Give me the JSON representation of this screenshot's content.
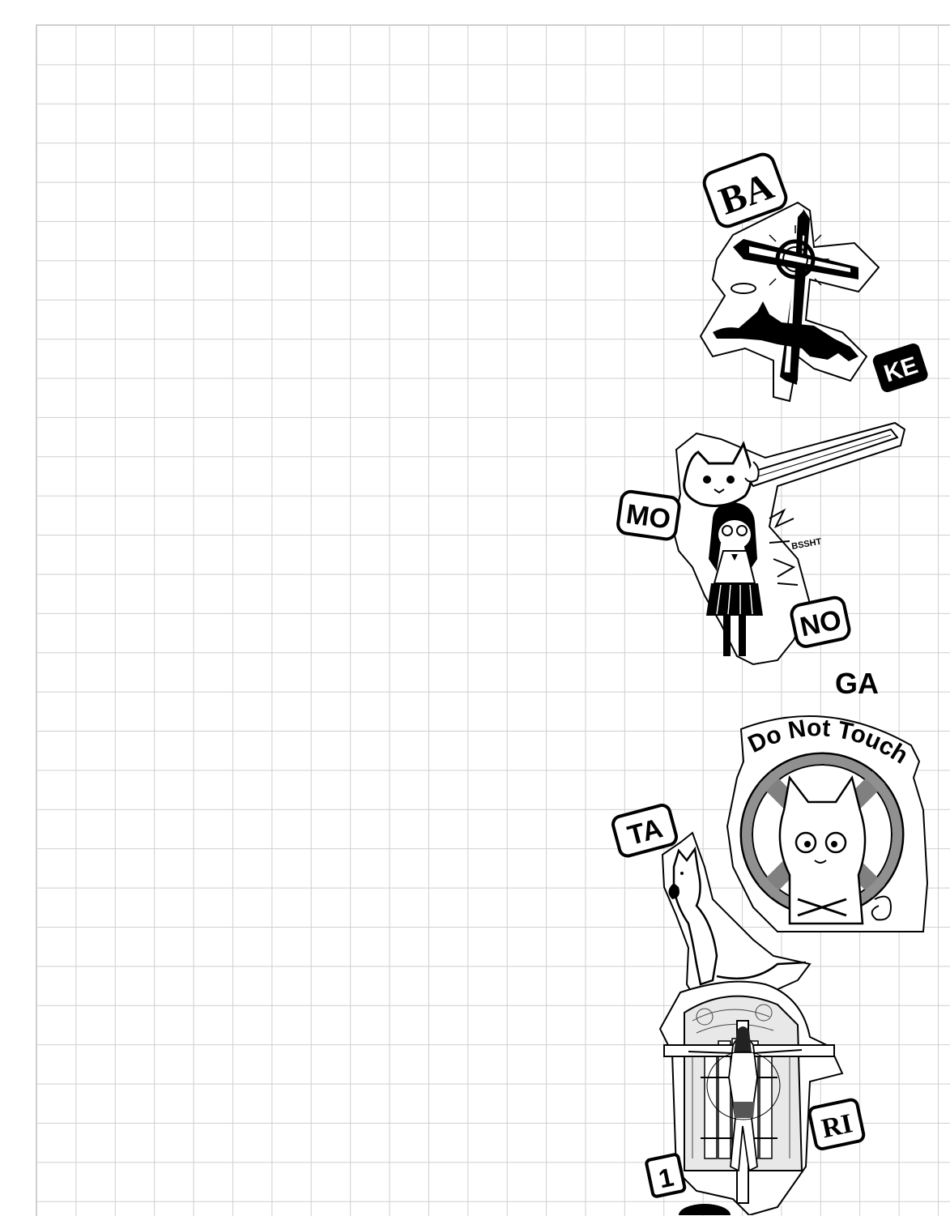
{
  "stickers": {
    "ba": "BA",
    "ke": "KE",
    "mo": "MO",
    "bssht": "BSSHT",
    "no": "NO",
    "ga": "GA",
    "do_not_touch": "Do Not Touch",
    "ta": "TA",
    "ri": "RI",
    "volume": "1"
  }
}
